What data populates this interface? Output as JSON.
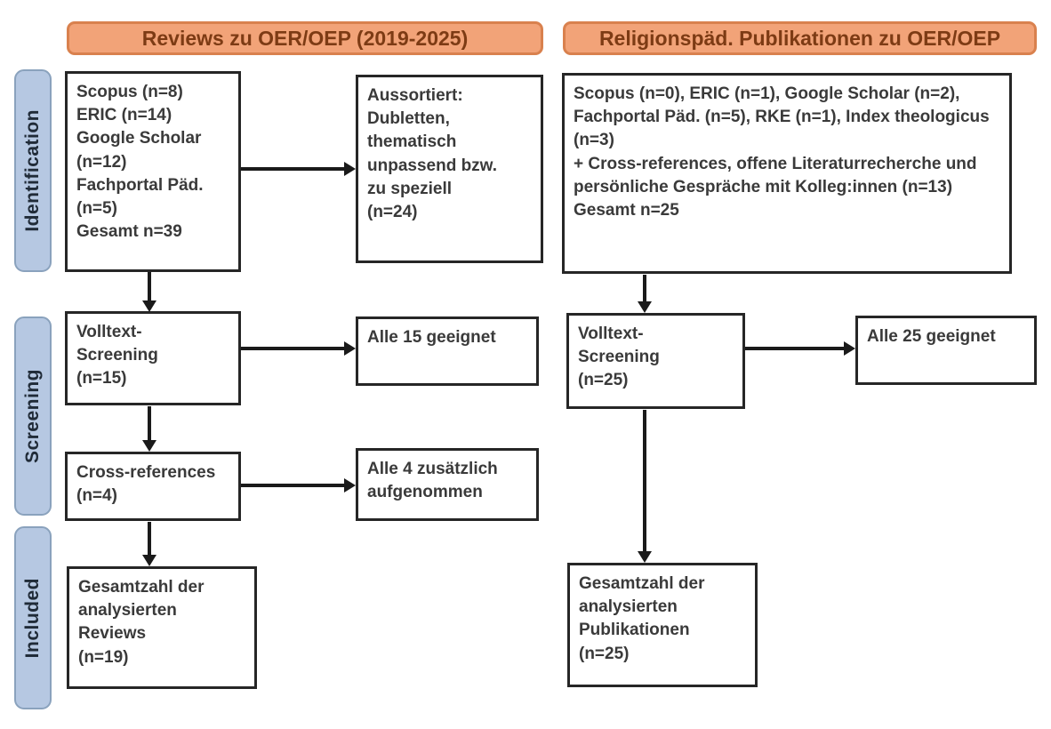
{
  "d": {
    "headers": {
      "left": "Reviews zu OER/OEP (2019-2025)",
      "right": "Religionspäd. Publikationen zu OER/OEP"
    },
    "stages": {
      "identification": "Identification",
      "screening": "Screening",
      "included": "Included"
    },
    "left_flow": {
      "sources": "Scopus (n=8)\nERIC (n=14)\nGoogle Scholar\n(n=12)\nFachportal Päd.\n(n=5)\nGesamt n=39",
      "excluded": "Aussortiert:\nDubletten,\nthematisch\nunpassend bzw.\nzu speziell\n(n=24)",
      "fulltext": "Volltext-\nScreening\n(n=15)",
      "fulltext_result": "Alle 15 geeignet",
      "crossref": "Cross-references\n(n=4)",
      "crossref_result": "Alle 4 zusätzlich\naufgenommen",
      "total": "Gesamtzahl der\nanalysierten\nReviews\n(n=19)"
    },
    "right_flow": {
      "sources": "Scopus (n=0), ERIC (n=1), Google Scholar (n=2), Fachportal Päd. (n=5), RKE (n=1), Index theologicus (n=3)\n+ Cross-references, offene Literaturrecherche und persönliche Gespräche mit Kolleg:innen (n=13)\nGesamt n=25",
      "fulltext": "Volltext-\nScreening\n(n=25)",
      "fulltext_result": "Alle 25 geeignet",
      "total": "Gesamtzahl der\nanalysierten\nPublikationen\n(n=25)"
    },
    "colors": {
      "header_fill": "#f2a378",
      "header_border": "#d9814e",
      "header_text": "#7d3b14",
      "stage_fill": "#b6c8e2",
      "stage_border": "#8aa2bd",
      "box_border": "#262626",
      "arrow": "#1a1a1a"
    }
  }
}
